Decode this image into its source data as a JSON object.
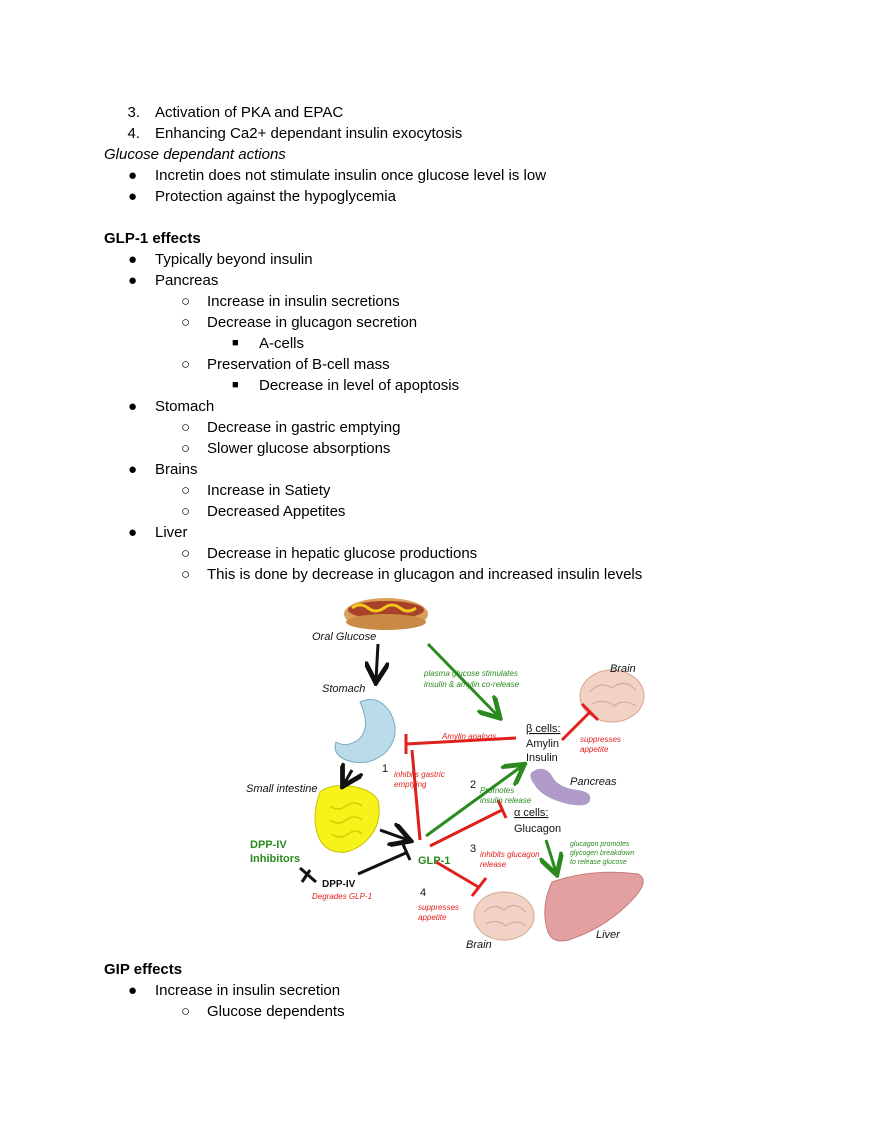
{
  "doc": {
    "item3_num": "3.",
    "item3": "Activation of PKA and EPAC",
    "item4_num": "4.",
    "item4": "Enhancing Ca2+ dependant insulin exocytosis",
    "glucose_heading": "Glucose dependant actions",
    "gd_bullet1": "Incretin does not stimulate insulin once glucose level is low",
    "gd_bullet2": "Protection against the hypoglycemia",
    "glp1_heading": "GLP-1 effects",
    "glp1_items": [
      "Typically beyond insulin",
      "Pancreas",
      "Increase in insulin secretions",
      "Decrease in glucagon secretion",
      "A-cells",
      "Preservation of B-cell mass",
      "Decrease in level of apoptosis",
      "Stomach",
      "Decrease in gastric emptying",
      "Slower glucose absorptions",
      "Brains",
      "Increase in Satiety",
      "Decreased Appetites",
      "Liver",
      "Decrease in hepatic glucose productions",
      "This is done by decrease in glucagon and increased insulin levels"
    ],
    "gip_heading": "GIP effects",
    "gip_items": [
      "Increase in insulin secretion",
      "Glucose dependents"
    ]
  },
  "markers": {
    "bullet": "●",
    "circle": "○",
    "square": "■"
  },
  "diagram": {
    "oral_glucose": "Oral Glucose",
    "stomach": "Stomach",
    "small_intestine": "Small intestine",
    "plasma_note_1": "plasma glucose stimulates",
    "plasma_note_2": "insulin & amylin co-release",
    "brain_top": "Brain",
    "beta_cells": "β cells:",
    "amylin": "Amylin",
    "insulin": "Insulin",
    "amylin_analogs": "Amylin analogs",
    "suppresses_1": "suppresses",
    "appetite_1": "appetite",
    "num1": "1",
    "inhibits_gastric_1": "inhibits gastric",
    "inhibits_gastric_2": "emptying",
    "num2": "2",
    "promotes_1": "Promotes",
    "promotes_2": "insulin release",
    "pancreas": "Pancreas",
    "alpha_cells": "α cells:",
    "glucagon": "Glucagon",
    "glucagon_note_1": "glucagon promotes",
    "glucagon_note_2": "glycogen breakdown",
    "glucagon_note_3": "to release glucose",
    "dpp_inhib_1": "DPP-IV",
    "dpp_inhib_2": "Inhibitors",
    "glp1": "GLP-1",
    "num3": "3",
    "inhibits_glucagon_1": "inhibits glucagon",
    "inhibits_glucagon_2": "release",
    "dpp4": "DPP-IV",
    "degrades": "Degrades GLP-1",
    "num4": "4",
    "suppresses_2": "suppresses",
    "appetite_2": "appetite",
    "brain_bottom": "Brain",
    "liver": "Liver",
    "colors": {
      "green": "#2a8a1e",
      "red": "#e0201d",
      "black": "#111111",
      "stomach": "#b9dbea",
      "intestine": "#f6f21a",
      "pancreas": "#b09ac7",
      "liver": "#e3a0a0",
      "brain": "#f2d2c5"
    }
  }
}
